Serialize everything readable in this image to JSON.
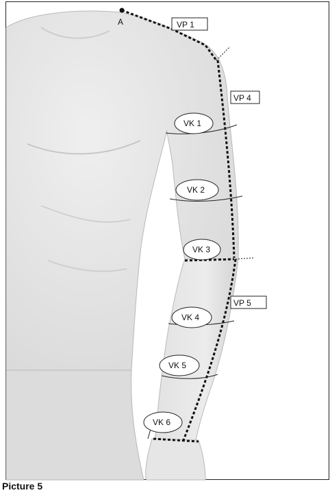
{
  "point_a": "A",
  "vp_labels": [
    "VP 1",
    "VP 4",
    "VP 5"
  ],
  "vk_labels": [
    "VK 1",
    "VK 2",
    "VK 3",
    "VK 4",
    "VK 5",
    "VK 6"
  ],
  "caption": "Picture 5",
  "colors": {
    "body": "#e8e8e8",
    "body_shadow": "#cfcfcf",
    "outline": "#9a9a9a",
    "marking": "#111111"
  }
}
